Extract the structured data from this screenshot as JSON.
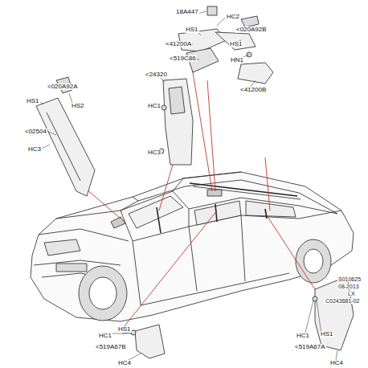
{
  "diagram": {
    "labels": [
      "18A447",
      "HC2",
      "HS1",
      "<020A92B",
      "<41200A",
      "HS1",
      "<519C86",
      "HN1",
      "<41200B",
      "<020A92A",
      "HS1",
      "HS2",
      "<02504",
      "HC3",
      "<24320",
      "HC1",
      "HC3",
      "HS1",
      "HC1",
      "<519A67A",
      "HC4",
      "HS1",
      "HC1",
      "<519A67B",
      "HC4",
      "S010625",
      "08-2013",
      "LX",
      "C0243681-02"
    ]
  }
}
